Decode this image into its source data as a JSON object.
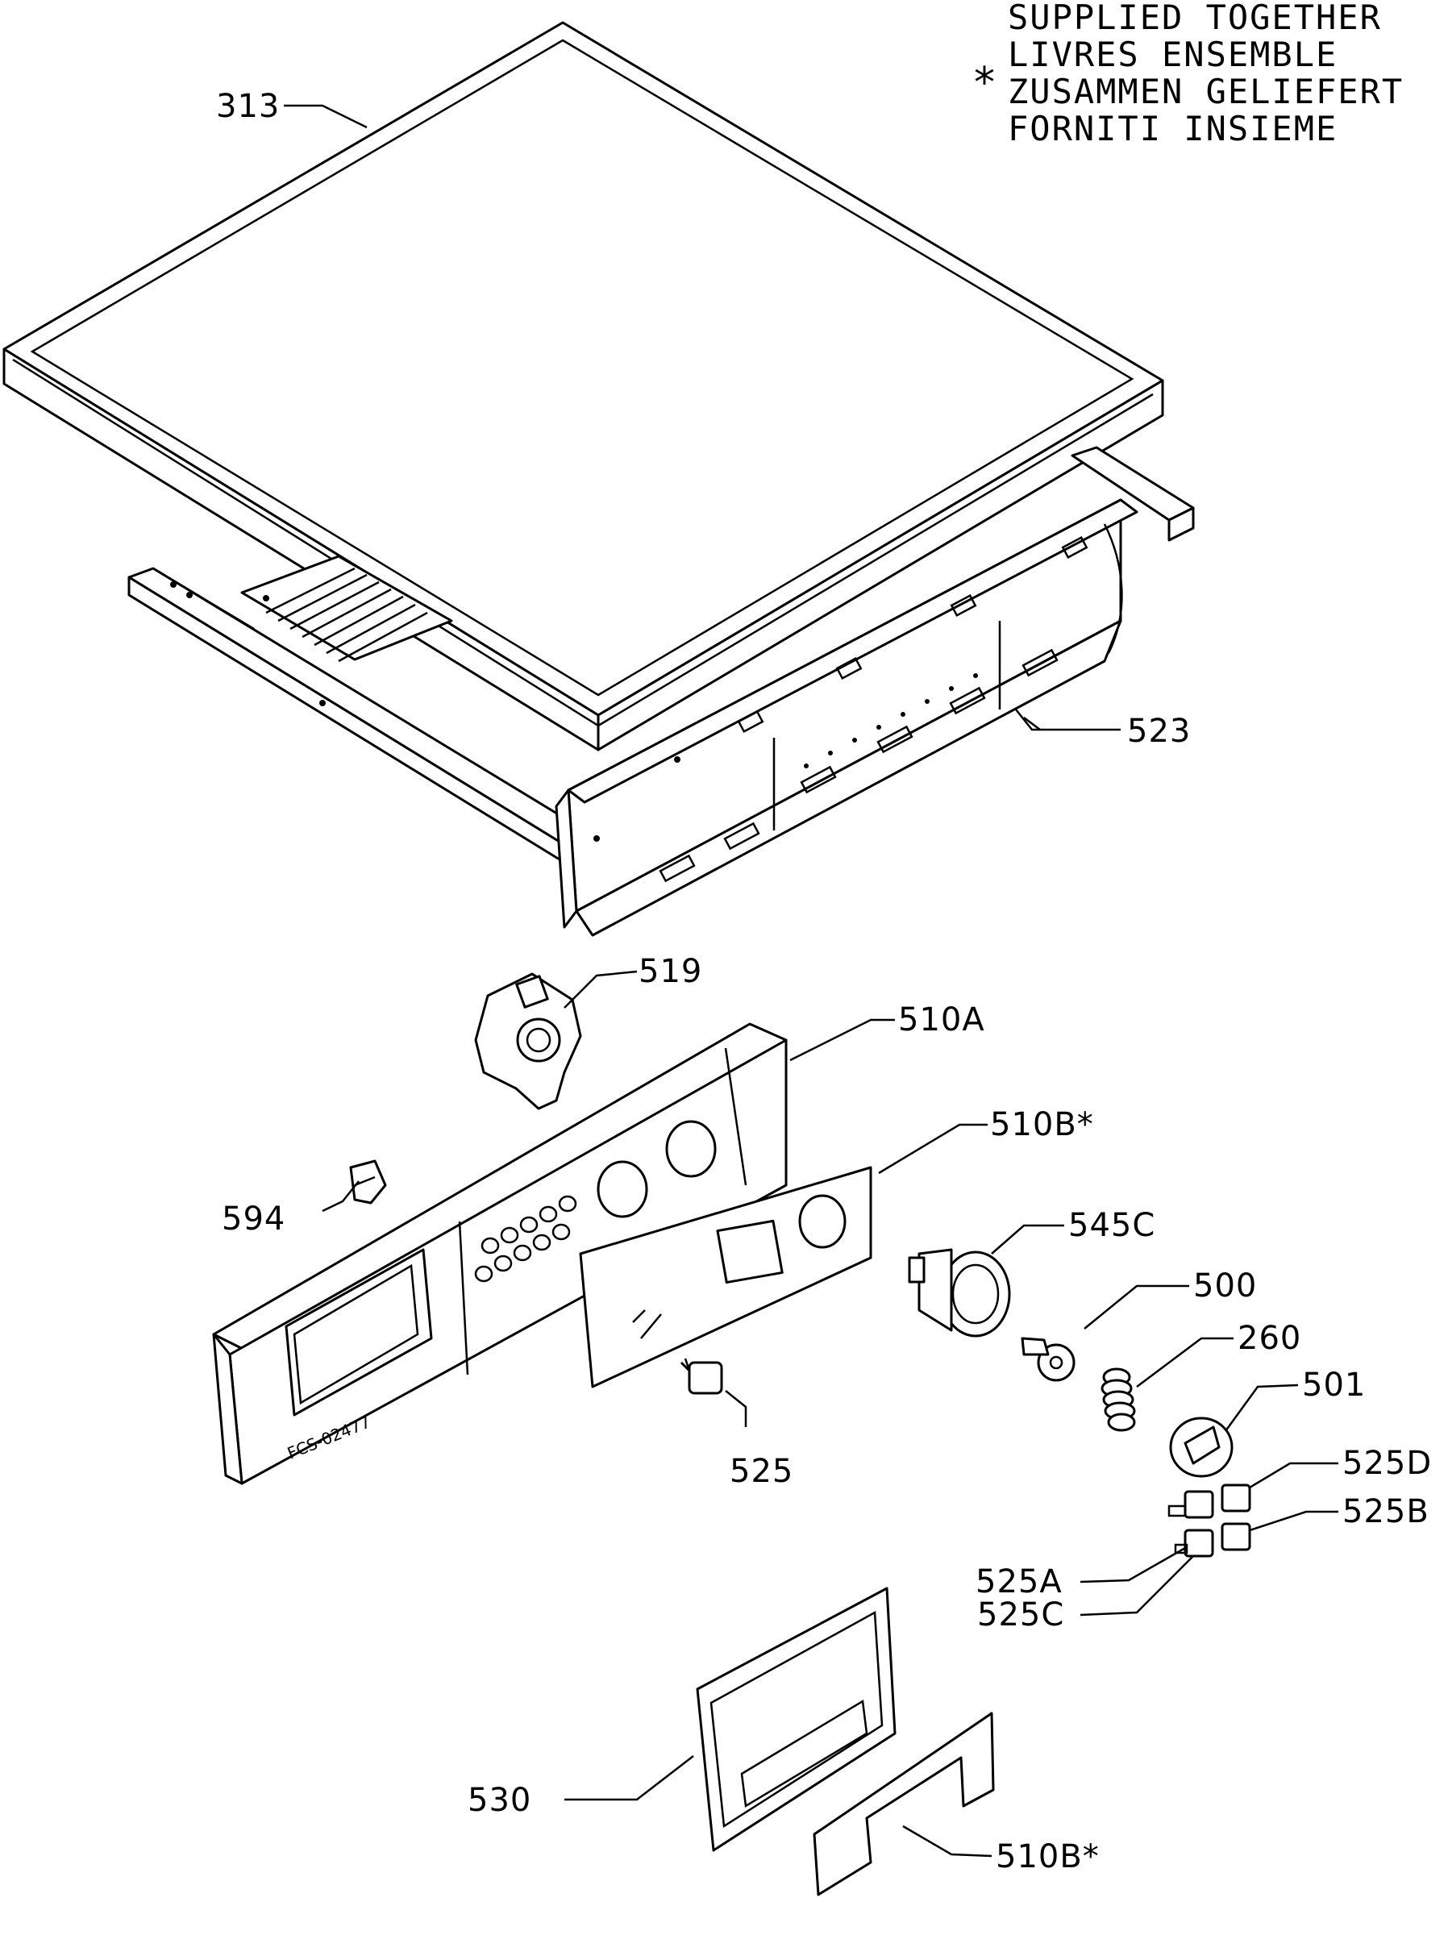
{
  "legend": {
    "lines": [
      "SUPPLIED TOGETHER",
      "LIVRES ENSEMBLE",
      "ZUSAMMEN GELIEFERT",
      "FORNITI INSIEME"
    ],
    "marker": "*"
  },
  "stamp": "FCS-02477",
  "labels": {
    "p313": "313",
    "p523": "523",
    "p519": "519",
    "p510a": "510A",
    "p510b_top": "510B*",
    "p594": "594",
    "p545c": "545C",
    "p500": "500",
    "p260": "260",
    "p501": "501",
    "p525": "525",
    "p525d": "525D",
    "p525b": "525B",
    "p525a": "525A",
    "p525c": "525C",
    "p530": "530",
    "p510b_bottom": "510B*"
  },
  "colors": {
    "ink": "#000000",
    "paper": "#ffffff"
  }
}
